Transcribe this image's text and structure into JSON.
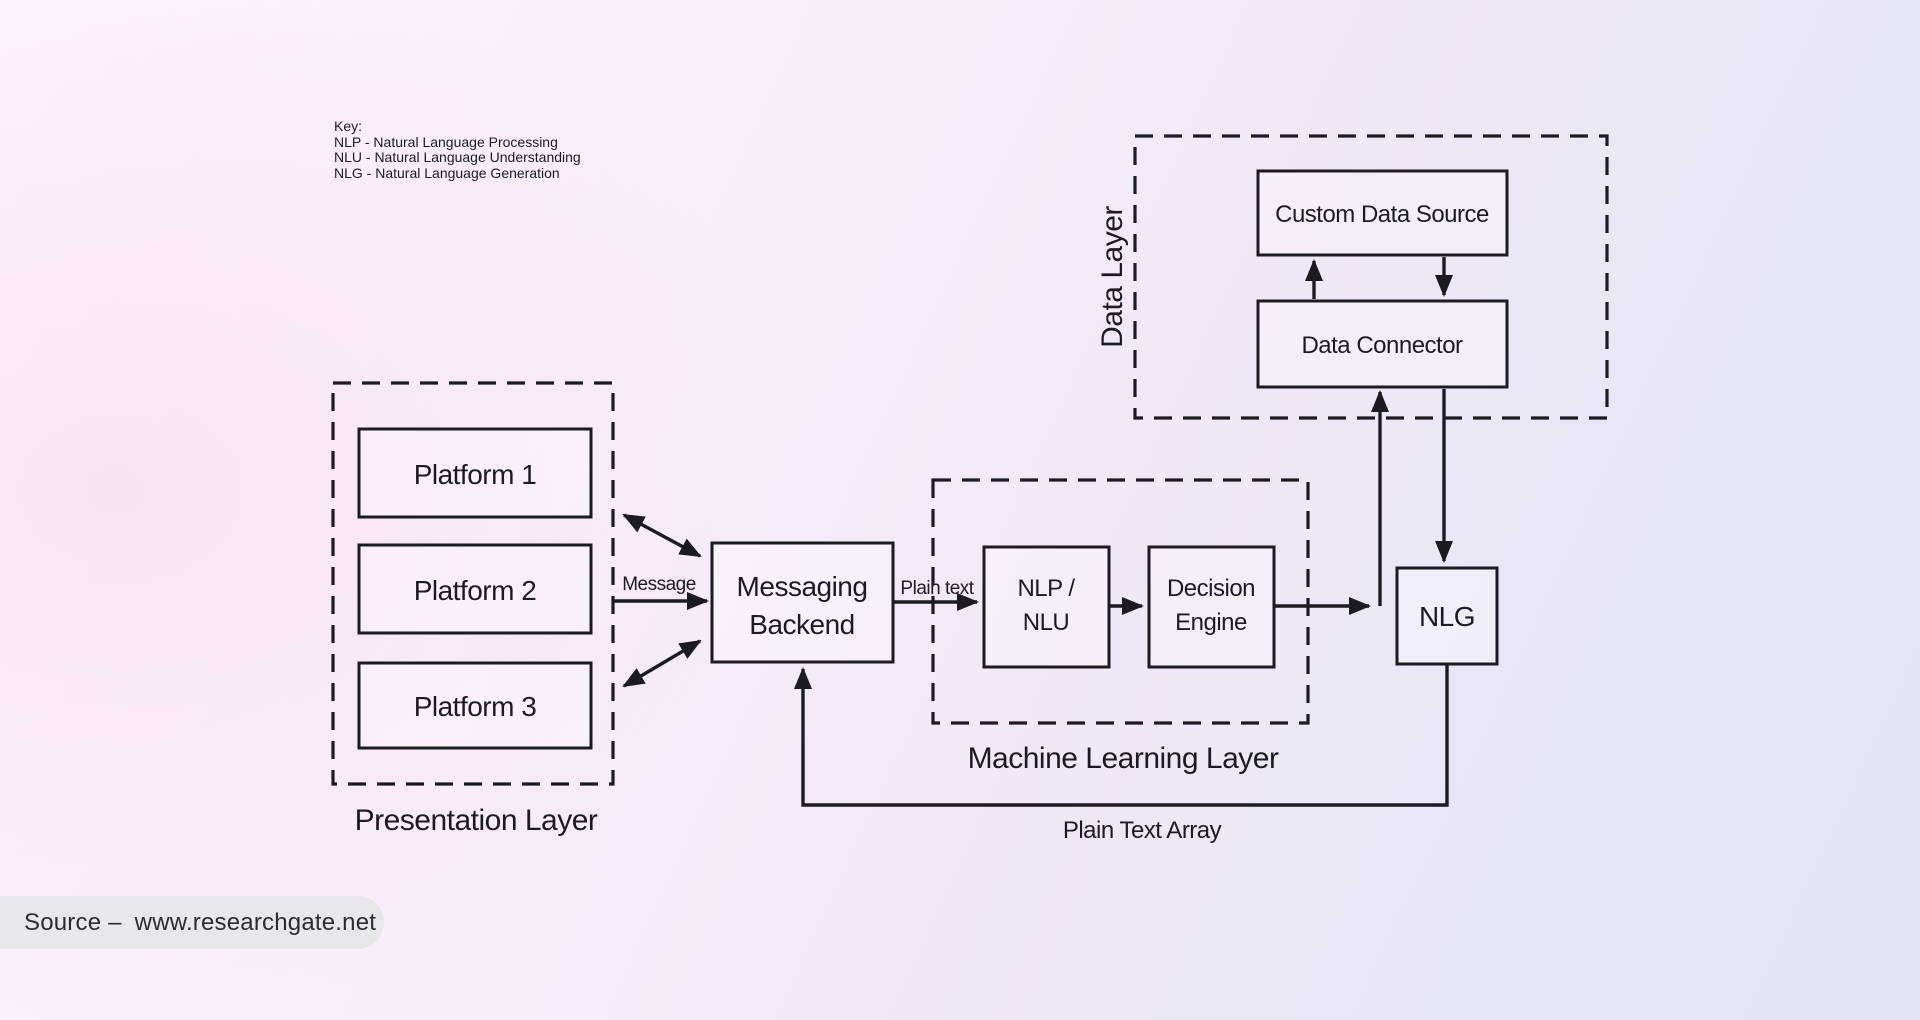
{
  "key": {
    "title": "Key:",
    "entries": [
      "NLP - Natural Language Processing",
      "NLU - Natural Language Understanding",
      "NLG - Natural Language Generation"
    ]
  },
  "presentation_layer": {
    "label": "Presentation Layer",
    "platform1": "Platform 1",
    "platform2": "Platform 2",
    "platform3": "Platform 3"
  },
  "messaging_backend": {
    "line1": "Messaging",
    "line2": "Backend"
  },
  "ml_layer": {
    "label": "Machine Learning Layer",
    "nlp_line1": "NLP /",
    "nlp_line2": "NLU",
    "decision_line1": "Decision",
    "decision_line2": "Engine"
  },
  "data_layer": {
    "label": "Data Layer",
    "custom_data_source": "Custom Data Source",
    "data_connector": "Data Connector"
  },
  "nlg": {
    "label": "NLG"
  },
  "edge_labels": {
    "message": "Message",
    "plain_text": "Plain text",
    "plain_text_array": "Plain Text Array"
  },
  "source": {
    "prefix": "Source –",
    "url": "www.researchgate.net"
  },
  "colors": {
    "ink": "#1c1b22",
    "bg_top_left": "#fdf4fb",
    "bg_bottom_right": "#e2e4f5",
    "pill_bg": "#e8e7ea"
  }
}
